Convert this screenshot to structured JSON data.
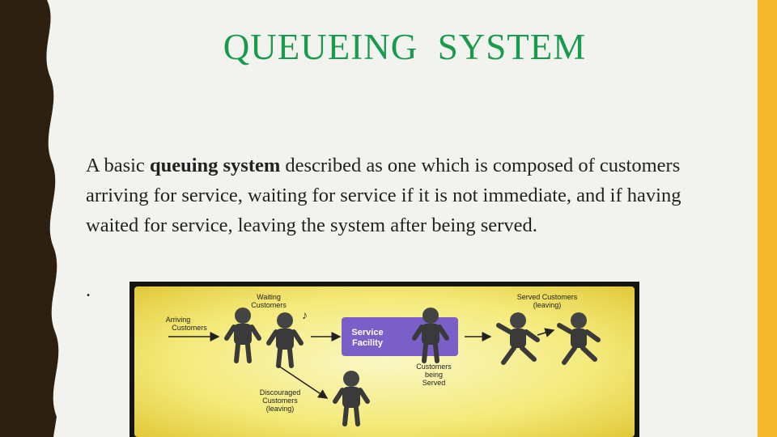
{
  "slide": {
    "title": "QUEUEING  SYSTEM",
    "text": {
      "prefix": "A basic ",
      "highlight": "queuing system",
      "suffix": " described as one which is composed of customers arriving for service, waiting for service if it is not immediate, and if having waited for service, leaving the system after being served."
    },
    "dot": "."
  },
  "diagram": {
    "arriving_line1": "Arriving",
    "arriving_line2": "Customers",
    "waiting_line1": "Waiting",
    "waiting_line2": "Customers",
    "service_line1": "Service",
    "service_line2": "Facility",
    "being_line1": "Customers",
    "being_line2": "being",
    "being_line3": "Served",
    "served_line1": "Served Customers",
    "served_line2": "(leaving)",
    "discouraged_line1": "Discouraged",
    "discouraged_line2": "Customers",
    "discouraged_line3": "(leaving)"
  },
  "colors": {
    "title": "#1a9a4c",
    "accent_band": "#f5b72b",
    "left_band": "#2d2010",
    "service_box": "#7b5fc9"
  }
}
